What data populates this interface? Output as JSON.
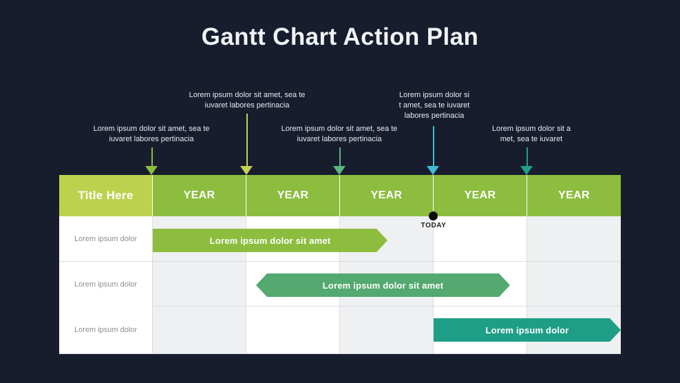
{
  "page": {
    "background_color": "#181d2e",
    "title": "Gantt Chart Action Plan"
  },
  "annotations": [
    {
      "id": "annotation-1",
      "text": "Lorem ipsum dolor sit amet, sea te\niuvaret labores pertinacia",
      "marker_color": "#8cbd3f"
    },
    {
      "id": "annotation-2",
      "text": "Lorem ipsum dolor sit amet, sea te\niuvaret labores pertinacia",
      "marker_color": "#c3d255"
    },
    {
      "id": "annotation-3",
      "text": "Lorem ipsum dolor sit amet, sea te\niuvaret labores pertinacia",
      "marker_color": "#5cb57f"
    },
    {
      "id": "annotation-4",
      "text": "Lorem ipsum dolor si\nt amet, sea te iuvaret\nlabores pertinacia",
      "marker_color": "#3fbcd4"
    },
    {
      "id": "annotation-5",
      "text": "Lorem ipsum dolor sit a\nmet, sea te iuvaret",
      "marker_color": "#21a08a"
    }
  ],
  "table": {
    "header": {
      "title_cell": "Title Here",
      "title_cell_color": "#bcd24f",
      "year_cell_color": "#8cbd3f",
      "columns": [
        "YEAR",
        "YEAR",
        "YEAR",
        "YEAR",
        "YEAR"
      ]
    },
    "rows": [
      {
        "label": "Lorem ipsum dolor",
        "bar": {
          "text": "Lorem ipsum dolor sit amet",
          "color": "#8cbd3f",
          "shape": "cap-right"
        }
      },
      {
        "label": "Lorem ipsum dolor",
        "bar": {
          "text": "Lorem ipsum dolor sit amet",
          "color": "#53a96f",
          "shape": "cap-both"
        }
      },
      {
        "label": "Lorem ipsum dolor",
        "bar": {
          "text": "Lorem ipsum dolor",
          "color": "#1f9e87",
          "shape": "cap-right"
        }
      }
    ]
  },
  "today_marker": {
    "label": "TODAY",
    "dot_color": "#0c0c0c"
  },
  "chart_data": {
    "type": "bar",
    "title": "Gantt Chart Action Plan",
    "xlabel": "",
    "ylabel": "",
    "categories": [
      "Lorem ipsum dolor",
      "Lorem ipsum dolor",
      "Lorem ipsum dolor"
    ],
    "timeline_columns": [
      "YEAR",
      "YEAR",
      "YEAR",
      "YEAR",
      "YEAR"
    ],
    "series": [
      {
        "name": "Lorem ipsum dolor sit amet",
        "row": 0,
        "start_column": 1,
        "end_column": 3.5,
        "color": "#8cbd3f"
      },
      {
        "name": "Lorem ipsum dolor sit amet",
        "row": 1,
        "start_column": 2.1,
        "end_column": 4.8,
        "color": "#53a96f"
      },
      {
        "name": "Lorem ipsum dolor",
        "row": 2,
        "start_column": 4.0,
        "end_column": 6.0,
        "color": "#1f9e87"
      }
    ],
    "today_position_column": 4.0,
    "grid": true,
    "legend": "none"
  }
}
